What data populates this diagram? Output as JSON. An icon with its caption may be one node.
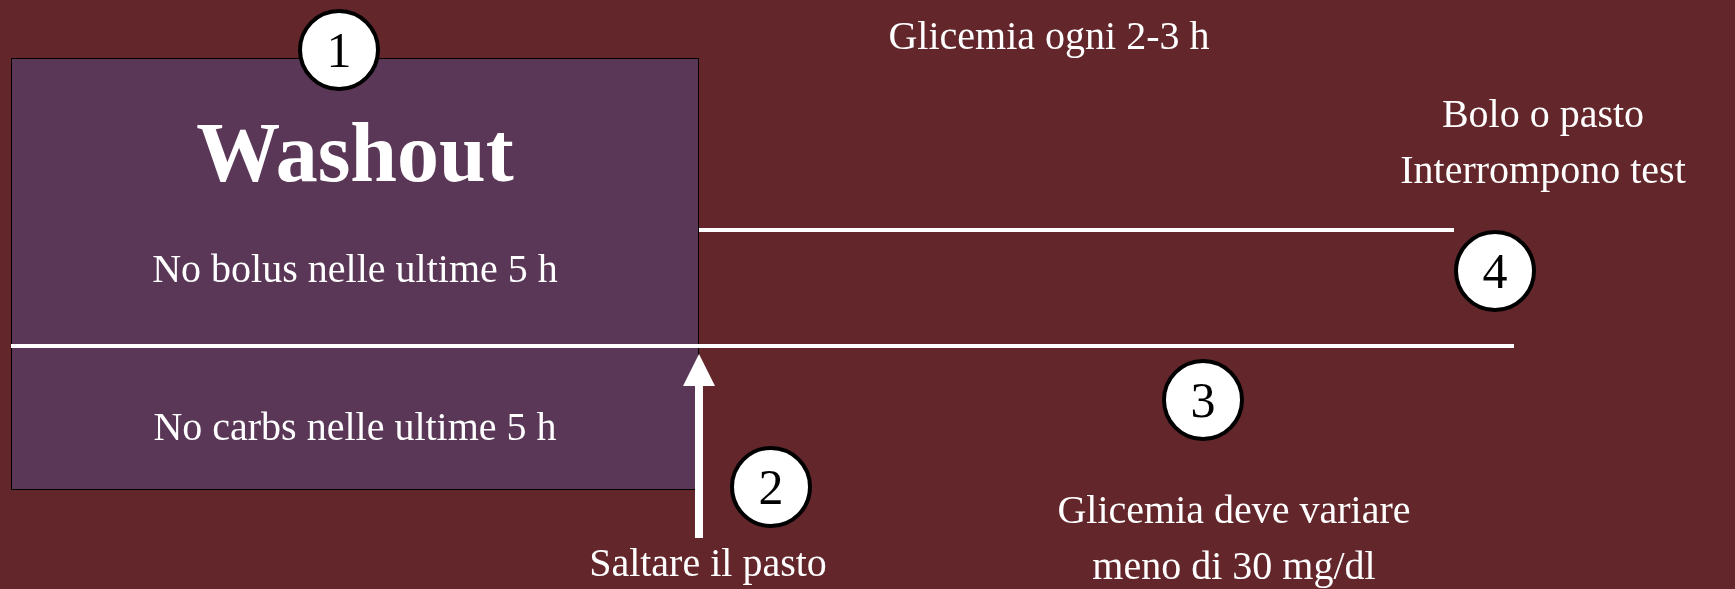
{
  "diagram": {
    "nodes": [
      {
        "text": [
          "Washout",
          "No bolus nelle ultime 5 h",
          "No carbs nelle ultime 5 h"
        ]
      },
      {
        "text": [
          "1"
        ]
      },
      {
        "text": [
          "2"
        ]
      },
      {
        "text": [
          "Saltare il pasto"
        ]
      },
      {
        "text": [
          "3"
        ]
      },
      {
        "text": [
          "4"
        ]
      }
    ],
    "edges": [
      {
        "from": 3,
        "to": 0,
        "arrow": "to",
        "style": "thick"
      },
      {
        "from": 0,
        "to": 5,
        "arrow": "none"
      }
    ],
    "labels": [
      "Glicemia ogni 2-3 h",
      "Bolo o pasto Interrompono test",
      "Glicemia deve variare meno di 30 mg/dl"
    ]
  }
}
